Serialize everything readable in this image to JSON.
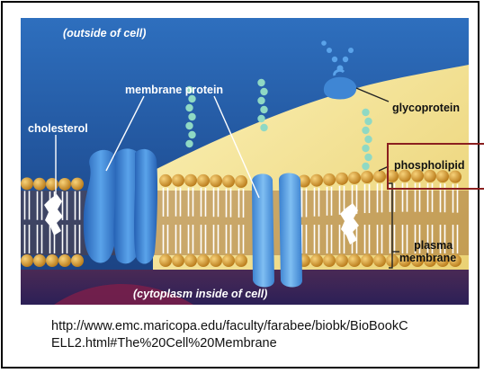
{
  "labels": {
    "outside": "(outside of cell)",
    "membrane_protein": "membrane protein",
    "cholesterol": "cholesterol",
    "glycoprotein": "glycoprotein",
    "phospholipid": "phospholipid",
    "plasma_line1": "plasma",
    "plasma_line2": "membrane",
    "cytoplasm": "(cytoplasm inside of cell)"
  },
  "caption": {
    "line1": "http://www.emc.maricopa.edu/faculty/farabee/biobk/BioBookC",
    "line2": "ELL2.html#The%20Cell%20Membrane"
  },
  "colors": {
    "background_blue": "#2a64b0",
    "background_yellow": "#f2e08e",
    "lipid_head": "#d9a13a",
    "protein_blue": "#3f86d4",
    "glyco_chain": "#7fd0c0",
    "highlight_box": "#8a1f1f"
  }
}
